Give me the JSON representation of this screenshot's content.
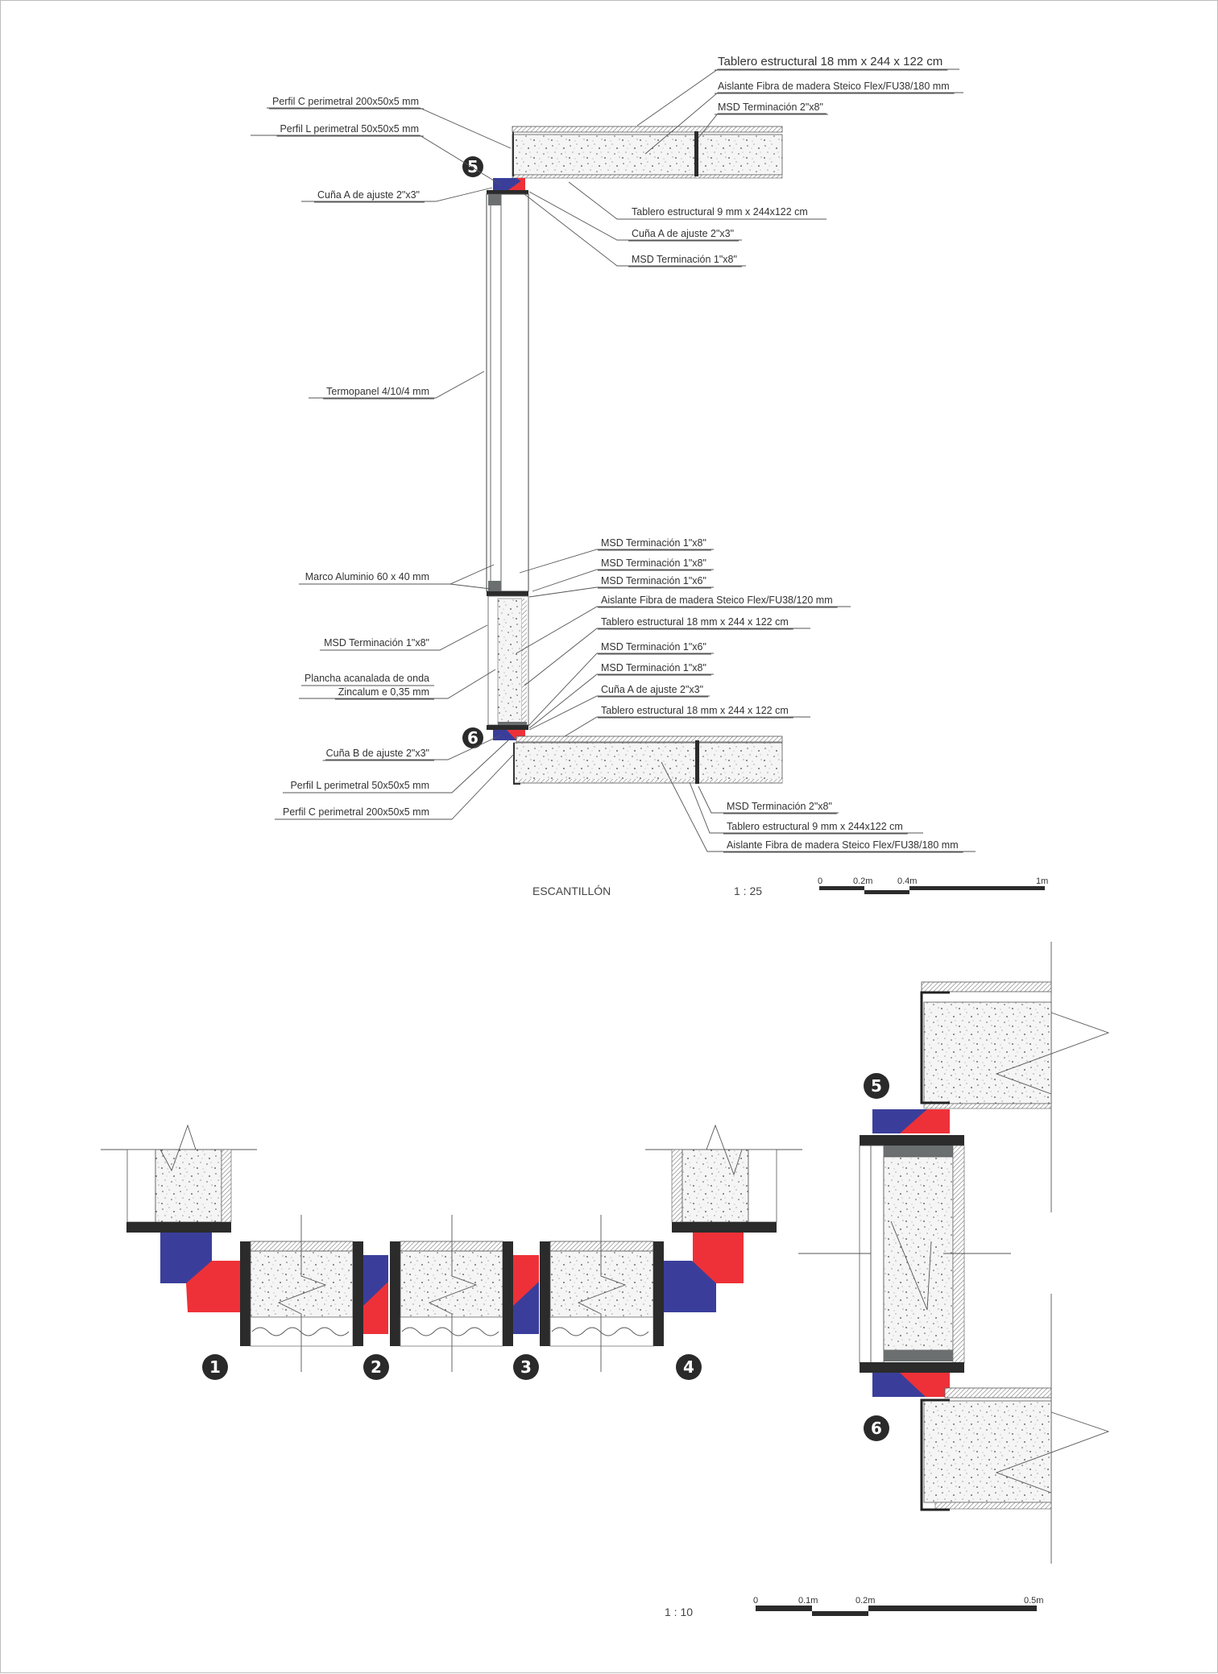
{
  "colors": {
    "wedge_red": "#ee3138",
    "wedge_blue": "#3a3e9a",
    "profile_dark": "#2b2b2b",
    "insulation_bg": "#f4f4f4"
  },
  "section": {
    "title": "ESCANTILLÓN",
    "scale": "1 : 25",
    "scale_bar": [
      "0",
      "0.2m",
      "0.4m",
      "1m"
    ],
    "labels_left": [
      "Perfil C perimetral 200x50x5 mm",
      "Perfil L perimetral 50x50x5 mm",
      "Cuña A de ajuste 2\"x3\"",
      "Termopanel 4/10/4 mm",
      "Marco Aluminio 60 x 40 mm",
      "MSD Terminación 1\"x8\"",
      "Plancha acanalada de onda",
      "Zincalum  e 0,35 mm",
      "Cuña B de ajuste 2\"x3\"",
      "Perfil L perimetral 50x50x5 mm",
      "Perfil C perimetral 200x50x5 mm"
    ],
    "labels_top_right": [
      "Tablero estructural 18 mm  x 244 x 122 cm",
      "Aislante Fibra de madera Steico Flex/FU38/180 mm",
      "MSD Terminación 2\"x8\""
    ],
    "labels_upper_mid": [
      "Tablero estructural 9 mm  x 244x122 cm",
      "Cuña A de ajuste 2\"x3\"",
      "MSD Terminación 1\"x8\""
    ],
    "labels_lower_mid": [
      "MSD Terminación 1\"x8\"",
      "MSD Terminación 1\"x8\"",
      "MSD Terminación 1\"x6\"",
      "Aislante Fibra de madera Steico Flex/FU38/120 mm",
      "Tablero estructural 18 mm  x 244 x 122 cm",
      "MSD Terminación 1\"x6\"",
      "MSD Terminación 1\"x8\"",
      "Cuña A de ajuste 2\"x3\"",
      "Tablero estructural 18 mm  x 244 x 122 cm"
    ],
    "labels_bottom_right": [
      "MSD Terminación 2\"x8\"",
      "Tablero estructural 9 mm  x 244x122 cm",
      "Aislante Fibra de madera Steico Flex/FU38/180 mm"
    ],
    "badges": [
      "5",
      "6"
    ]
  },
  "details": {
    "scale": "1 : 10",
    "scale_bar": [
      "0",
      "0.1m",
      "0.2m",
      "0.5m"
    ],
    "badges": [
      "1",
      "2",
      "3",
      "4",
      "5",
      "6"
    ]
  }
}
